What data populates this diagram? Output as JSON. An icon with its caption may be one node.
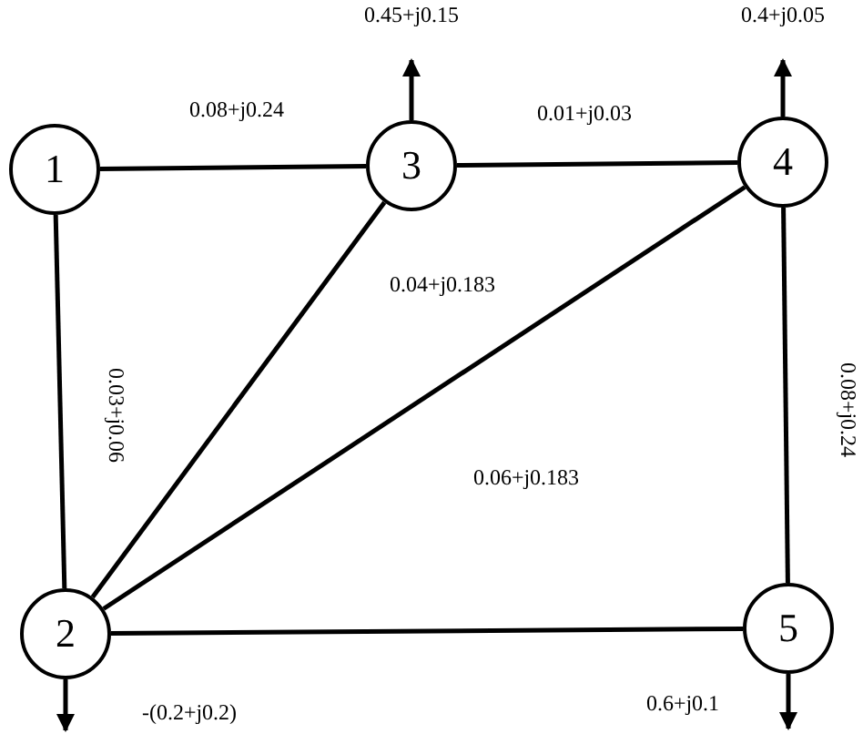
{
  "diagram": {
    "nodes": [
      {
        "text": [
          "1"
        ]
      },
      {
        "text": [
          "3"
        ]
      },
      {
        "text": [
          "4"
        ]
      },
      {
        "text": [
          "2"
        ]
      },
      {
        "text": [
          "5"
        ]
      }
    ],
    "edges": [
      {
        "from": 0,
        "to": 1,
        "arrow": "none",
        "label": "0.08+j0.24"
      },
      {
        "from": 1,
        "to": 2,
        "arrow": "none",
        "label": "0.01+j0.03"
      },
      {
        "from": 1,
        "to": 3,
        "arrow": "none",
        "label": "0.04+j0.183"
      },
      {
        "from": 0,
        "to": 3,
        "arrow": "none",
        "label": "0.03+j0.06"
      },
      {
        "from": 3,
        "to": 2,
        "arrow": "none",
        "label": "0.06+j0.183"
      },
      {
        "from": 2,
        "to": 4,
        "arrow": "none",
        "label": "0.08+j0.24"
      },
      {
        "from": 3,
        "to": 4,
        "arrow": "none"
      },
      {
        "from": 1,
        "to": null,
        "arrow": "to",
        "label": "0.45+j0.15"
      },
      {
        "from": 2,
        "to": null,
        "arrow": "to",
        "label": "0.4+j0.05"
      },
      {
        "from": 3,
        "to": null,
        "arrow": "to",
        "label": "-(0.2+j0.2)"
      },
      {
        "from": 4,
        "to": null,
        "arrow": "to",
        "label": "0.6+j0.1"
      }
    ]
  }
}
